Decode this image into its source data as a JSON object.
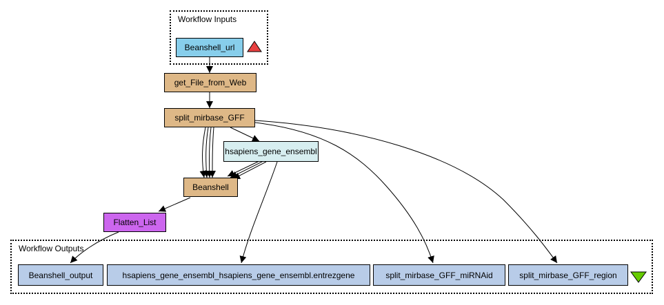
{
  "clusters": {
    "inputs": {
      "label": "Workflow Inputs"
    },
    "outputs": {
      "label": "Workflow Outputs"
    }
  },
  "nodes": {
    "beanshell_url": {
      "label": "Beanshell_url",
      "color": "#87ceeb"
    },
    "get_file_from_web": {
      "label": "get_File_from_Web",
      "color": "#deb887"
    },
    "split_mirbase_gff": {
      "label": "split_mirbase_GFF",
      "color": "#deb887"
    },
    "hsapiens_gene_ensembl": {
      "label": "hsapiens_gene_ensembl",
      "color": "#d7eef0"
    },
    "beanshell": {
      "label": "Beanshell",
      "color": "#deb887"
    },
    "flatten_list": {
      "label": "Flatten_List",
      "color": "#cc66ee"
    },
    "beanshell_output": {
      "label": "Beanshell_output",
      "color": "#b8cce8"
    },
    "entrezgene_output": {
      "label": "hsapiens_gene_ensembl_hsapiens_gene_ensembl.entrezgene",
      "color": "#b8cce8"
    },
    "mirnaid_output": {
      "label": "split_mirbase_GFF_miRNAid",
      "color": "#b8cce8"
    },
    "region_output": {
      "label": "split_mirbase_GFF_region",
      "color": "#b8cce8"
    }
  },
  "markers": {
    "input_triangle": {
      "icon": "red-up-triangle-icon",
      "color": "#e84040"
    },
    "output_triangle": {
      "icon": "green-down-triangle-icon",
      "color": "#66cc00"
    }
  }
}
